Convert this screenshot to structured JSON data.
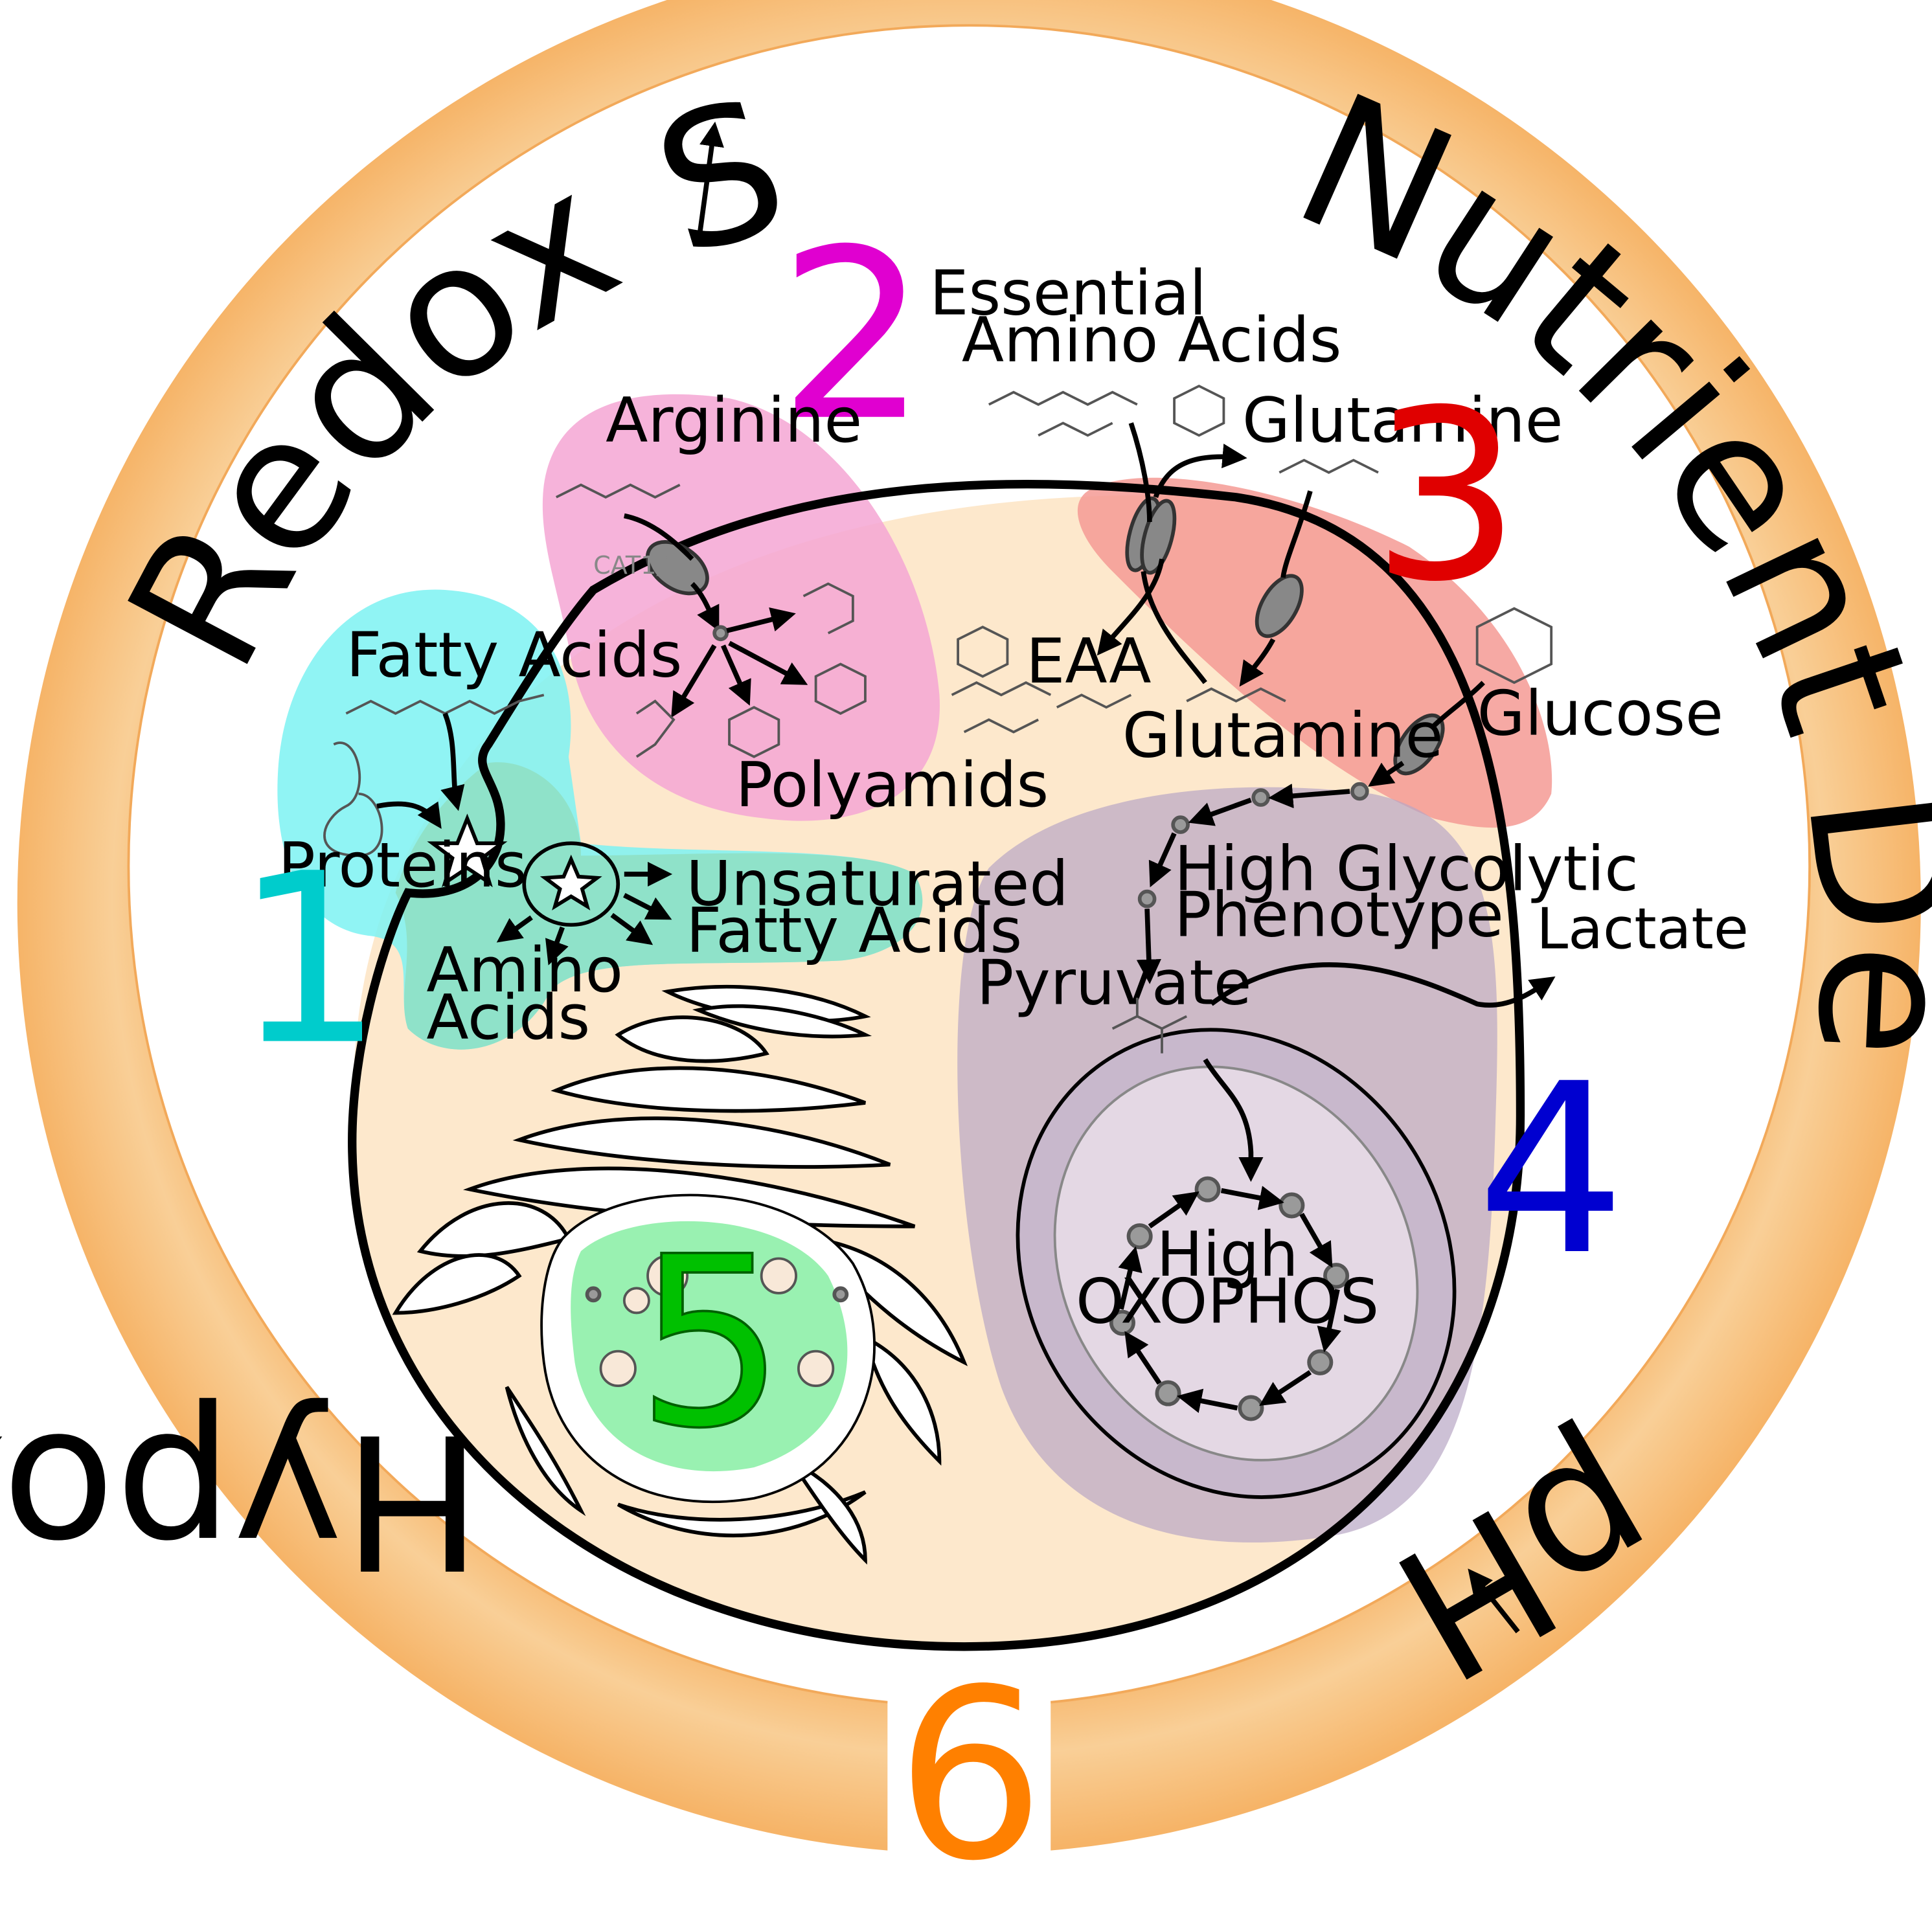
{
  "ring": {
    "top_left": "Redox Stress",
    "top_right": "Nutrient Depletion",
    "bottom_left": "Hypoxia",
    "bottom_right": "pH",
    "gap_number": "6"
  },
  "numbers": {
    "n1": "1",
    "n2": "2",
    "n3": "3",
    "n4": "4",
    "n5": "5"
  },
  "labels": {
    "fatty_acids": "Fatty Acids",
    "proteins": "Proteins",
    "unsat_line1": "Unsaturated",
    "unsat_line2": "Fatty Acids",
    "amino_line1": "Amino",
    "amino_line2": "Acids",
    "arginine": "Arginine",
    "cat": "CAT1/2",
    "polyamids": "Polyamids",
    "essential_line1": "Essential",
    "essential_line2": "Amino Acids",
    "glutamine_out": "Glutamine",
    "eaa": "EAA",
    "glutamine_in": "Glutamine",
    "glucose": "Glucose",
    "high_glyco_line1": "High Glycolytic",
    "high_glyco_line2": "Phenotype",
    "pyruvate": "Pyruvate",
    "lactate": "Lactate",
    "oxophos_line1": "High",
    "oxophos_line2": "OXOPHOS"
  },
  "colors": {
    "ring": "#f8c88a",
    "cytoplasm": "#fde8cc",
    "region1": "#7df2f2",
    "region1_overlap": "#8fe0c4",
    "region2": "#f4a6d4",
    "region3": "#f49a94",
    "region4": "#b8a6c4",
    "region5": "#8ef0a8",
    "num1": "#00cccc",
    "num2": "#e000d0",
    "num3": "#e00000",
    "num4": "#0000d0",
    "num5": "#00c000",
    "num6": "#ff8000"
  }
}
